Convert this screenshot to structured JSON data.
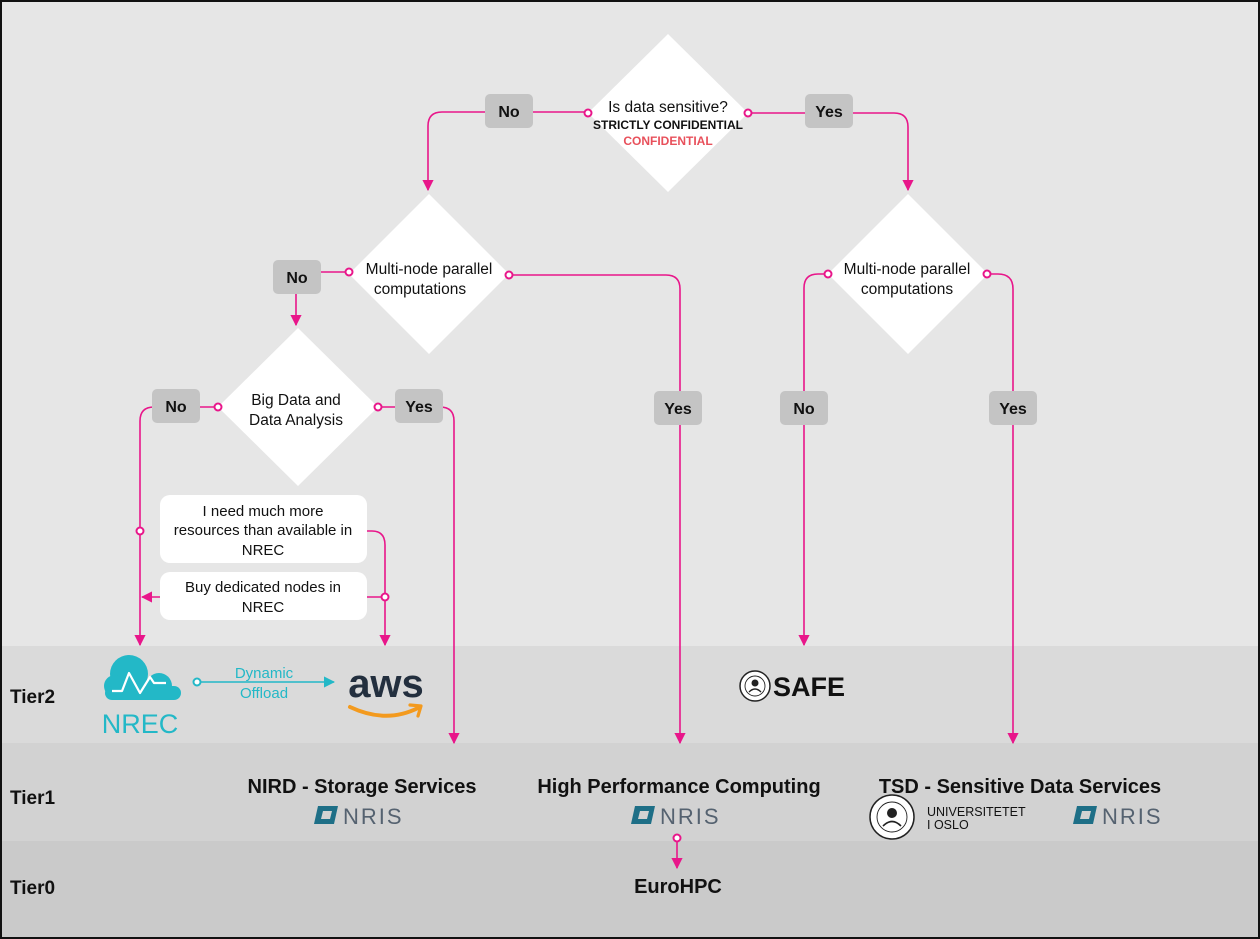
{
  "tiers": {
    "tier2": "Tier2",
    "tier1": "Tier1",
    "tier0": "Tier0"
  },
  "decisions": {
    "sensitive": {
      "question": "Is data sensitive?",
      "level_strict": "STRICTLY CONFIDENTIAL",
      "level_conf": "CONFIDENTIAL"
    },
    "multinode_left": {
      "line1": "Multi-node parallel",
      "line2": "computations"
    },
    "multinode_right": {
      "line1": "Multi-node parallel",
      "line2": "computations"
    },
    "bigdata": {
      "line1": "Big Data and",
      "line2": "Data Analysis"
    }
  },
  "answers": {
    "sensitive_no": "No",
    "sensitive_yes": "Yes",
    "multinode_left_no": "No",
    "multinode_left_yes": "Yes",
    "bigdata_no": "No",
    "bigdata_yes": "Yes",
    "multinode_right_no": "No",
    "multinode_right_yes": "Yes"
  },
  "notes": {
    "more_resources": {
      "line1": "I need much more",
      "line2": "resources than available in",
      "line3": "NREC"
    },
    "dedicated_nodes": {
      "line1": "Buy dedicated nodes in",
      "line2": "NREC"
    }
  },
  "tier2_services": {
    "nrec_logo": "NREC",
    "offload": {
      "line1": "Dynamic",
      "line2": "Offload"
    },
    "aws_logo": "aws",
    "safe_logo": "SAFE"
  },
  "tier1_services": {
    "nird": "NIRD - Storage Services",
    "hpc": "High Performance Computing",
    "tsd": "TSD - Sensitive Data Services",
    "nris_logo": "NRIS",
    "uio_line1": "UNIVERSITETET",
    "uio_line2": "I OSLO"
  },
  "tier0_services": {
    "eurohpc": "EuroHPC"
  },
  "colors": {
    "flow": "#e8168a",
    "confidential": "#e8505b",
    "nrec": "#23b8c7",
    "nris": "#1e6f87",
    "aws_arrow": "#f39a1e",
    "pill": "#c4c4c4"
  }
}
